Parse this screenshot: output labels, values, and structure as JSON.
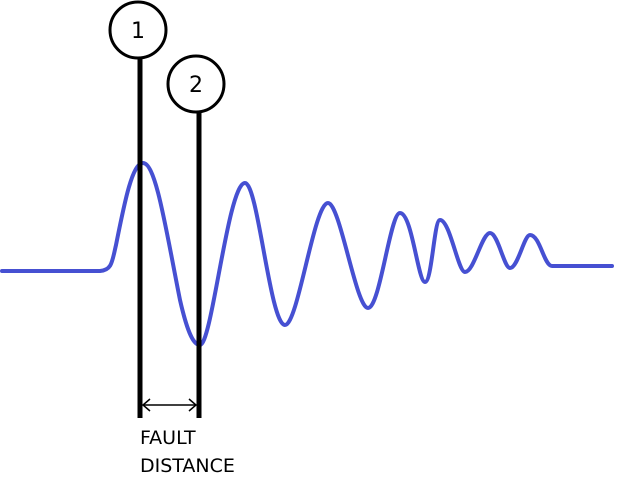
{
  "diagram": {
    "markers": [
      {
        "label": "1"
      },
      {
        "label": "2"
      }
    ],
    "caption_line1": "FAULT",
    "caption_line2": "DISTANCE",
    "colors": {
      "waveform": "#4650d2",
      "lines": "#000000"
    }
  }
}
